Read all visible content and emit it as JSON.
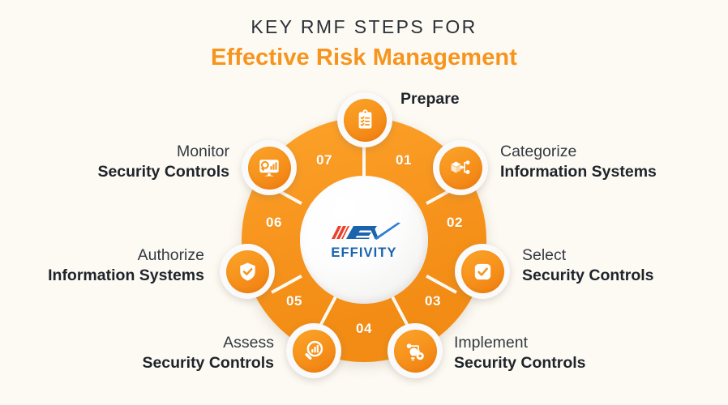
{
  "title": {
    "line1": "KEY RMF STEPS FOR",
    "line2": "Effective Risk Management"
  },
  "colors": {
    "background": "#fdfaf3",
    "accent_orange": "#f7941d",
    "text_dark": "#252b33",
    "logo_blue": "#1a63ad",
    "logo_red": "#e8412c",
    "ring_divider": "#ffffff"
  },
  "center": {
    "logo_mark": "ev-checkmark-logo",
    "logo_word": "EFFIVITY"
  },
  "steps": [
    {
      "number": "01",
      "title": "Prepare",
      "subtitle": "",
      "icon": "clipboard-checklist-icon",
      "side": "right"
    },
    {
      "number": "02",
      "title": "Categorize",
      "subtitle": "Information Systems",
      "icon": "box-hierarchy-icon",
      "side": "right"
    },
    {
      "number": "03",
      "title": "Select",
      "subtitle": "Security Controls",
      "icon": "checkbox-check-icon",
      "side": "right"
    },
    {
      "number": "04",
      "title": "Implement",
      "subtitle": "Security Controls",
      "icon": "lightbulb-gear-icon",
      "side": "right"
    },
    {
      "number": "05",
      "title": "Assess",
      "subtitle": "Security Controls",
      "icon": "magnifier-barchart-icon",
      "side": "left"
    },
    {
      "number": "06",
      "title": "Authorize",
      "subtitle": "Information Systems",
      "icon": "shield-check-icon",
      "side": "left"
    },
    {
      "number": "07",
      "title": "Monitor",
      "subtitle": "Security Controls",
      "icon": "monitor-analytics-icon",
      "side": "left"
    }
  ]
}
